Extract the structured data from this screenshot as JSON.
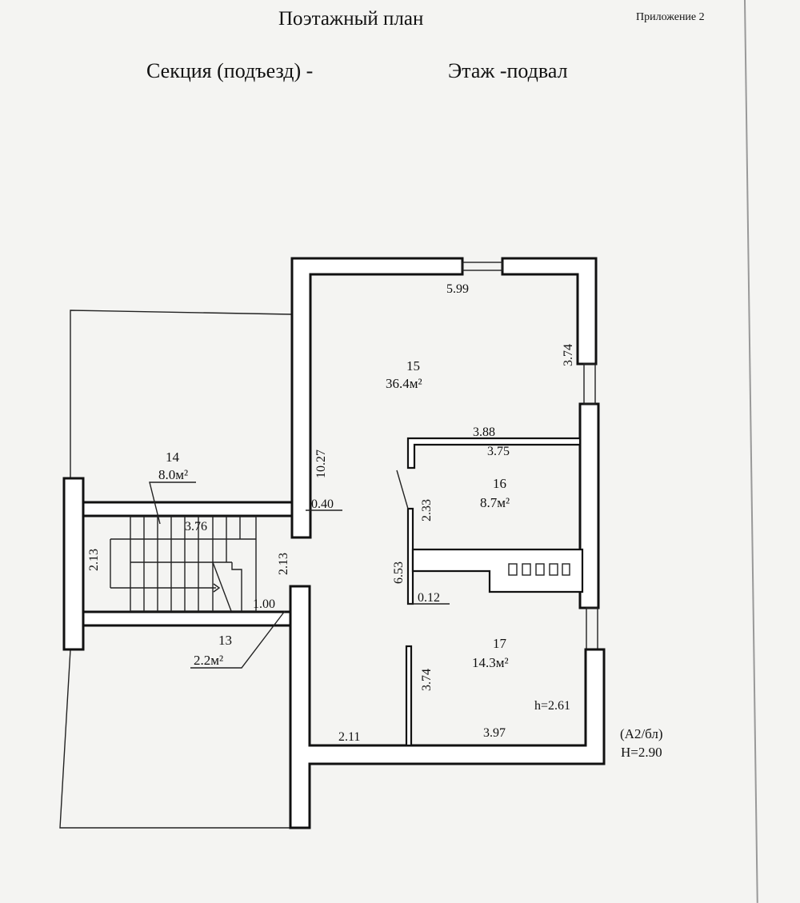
{
  "header": {
    "title": "Поэтажный план",
    "appendix": "Приложение 2",
    "section": "Секция (подъезд) -",
    "floor": "Этаж  -подвал"
  },
  "rooms": [
    {
      "number": "14",
      "area": "8.0м²"
    },
    {
      "number": "15",
      "area": "36.4м²"
    },
    {
      "number": "16",
      "area": "8.7м²"
    },
    {
      "number": "13",
      "area": "2.2м²"
    },
    {
      "number": "17",
      "area": "14.3м²"
    }
  ],
  "dimensions": {
    "top_width": "5.99",
    "right_upper": "3.74",
    "left_height": "10.27",
    "wall_thickness": "0.40",
    "room16_top_outer": "3.88",
    "room16_top_inner": "3.75",
    "room16_height": "2.33",
    "stair_width": "3.76",
    "stair_left_height": "2.13",
    "corridor_height": "2.13",
    "landing": "1.00",
    "partition_height": "6.53",
    "partition_thickness": "0.12",
    "room17_height": "3.74",
    "bottom_left": "2.11",
    "bottom_right": "3.97",
    "room_height": "h=2.61"
  },
  "notes": {
    "letter": "(А2/бл)",
    "height": "H=2.90"
  }
}
